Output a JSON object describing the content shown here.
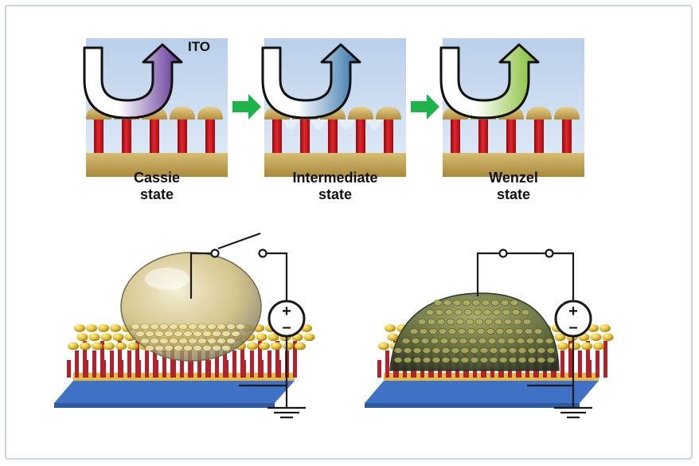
{
  "panels": [
    {
      "line1": "Cassie",
      "line2": "state",
      "arrow_color": "#5b2d91"
    },
    {
      "line1": "Intermediate",
      "line2": "state",
      "arrow_color": "#2e6fa6"
    },
    {
      "line1": "Wenzel",
      "line2": "state",
      "arrow_color": "#7dbb2a"
    }
  ],
  "ito_label": "ITO",
  "plus_symbol": "+",
  "minus_symbol": "–",
  "colors": {
    "panel_bg": "#c7d9ef",
    "pillar": "#d4141c",
    "cap": "#c9a64a",
    "base": "#b99b4d",
    "transition_arrow": "#1eb44c",
    "substrate": "#3f72c4",
    "circuit": "#1a1a1a"
  }
}
